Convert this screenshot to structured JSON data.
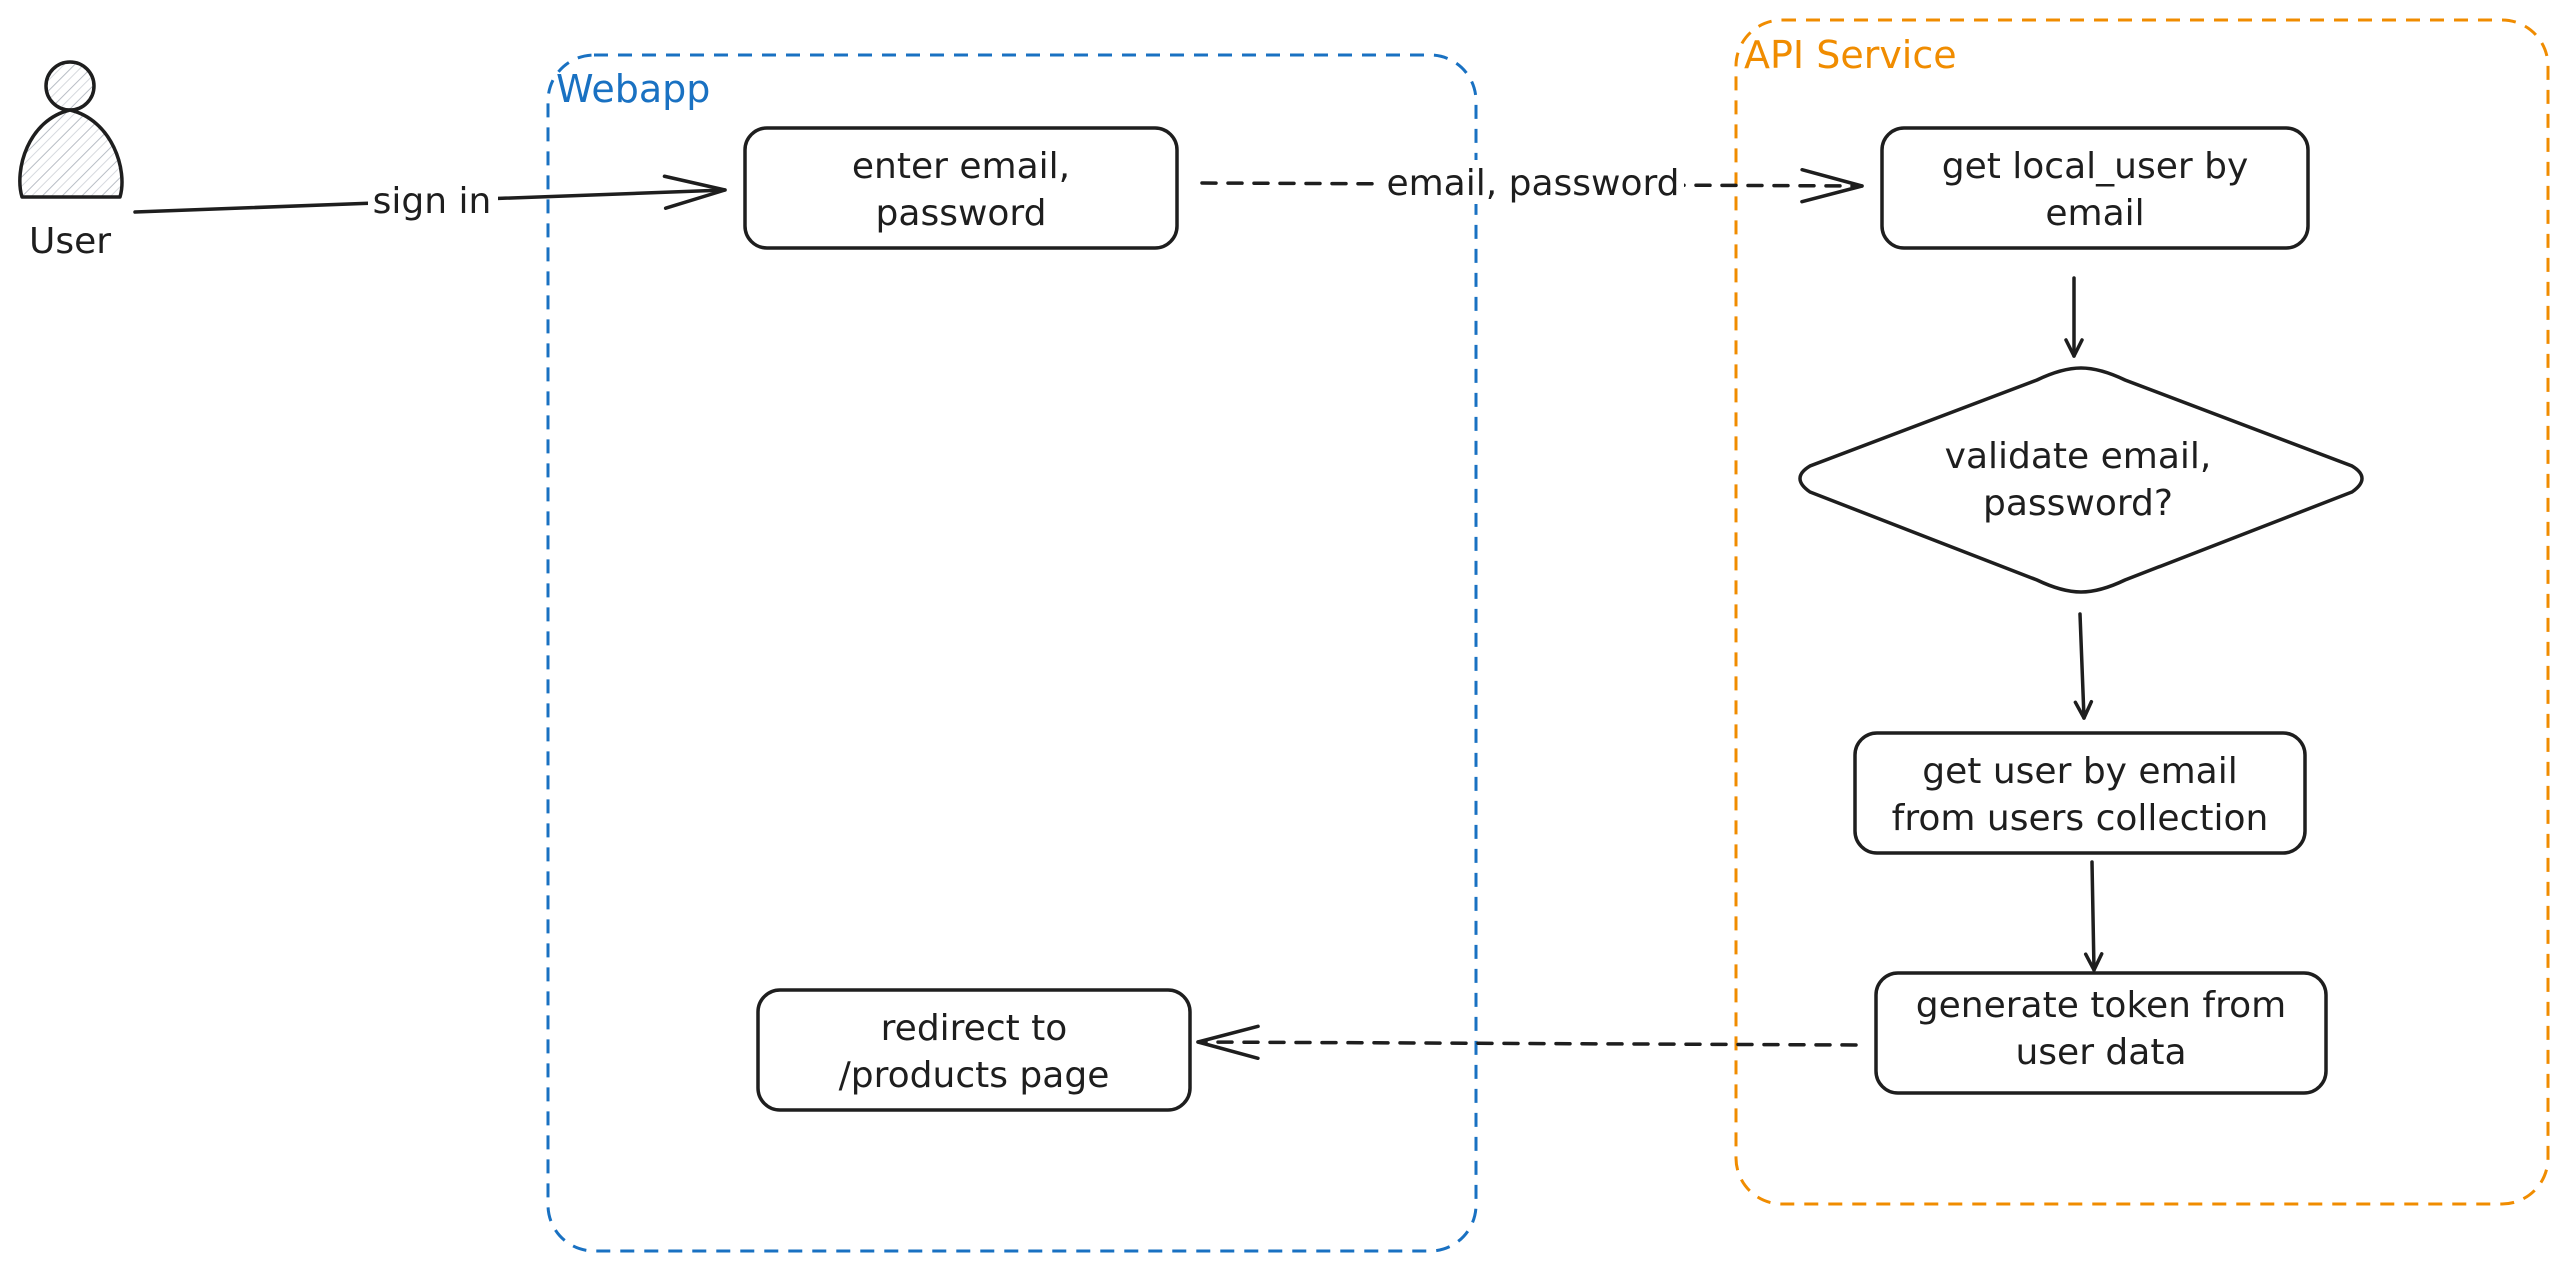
{
  "colors": {
    "ink": "#1e1e1e",
    "webapp_lane": "#1971c2",
    "api_lane": "#f08c00",
    "actor_fill": "#d0d4da"
  },
  "actor": {
    "label": "User",
    "icon": "person-icon"
  },
  "lanes": {
    "webapp": {
      "title": "Webapp"
    },
    "api": {
      "title": "API Service"
    }
  },
  "nodes": {
    "enter_credentials": {
      "lines": [
        "enter email,",
        "password"
      ]
    },
    "get_local_user": {
      "lines": [
        "get local_user by",
        "email"
      ]
    },
    "validate": {
      "lines": [
        "validate email,",
        "password?"
      ]
    },
    "get_user": {
      "lines": [
        "get user by email",
        "from users collection"
      ]
    },
    "generate_token": {
      "lines": [
        "generate token from",
        "user data"
      ]
    },
    "redirect": {
      "lines": [
        "redirect to",
        "/products page"
      ]
    }
  },
  "edges": {
    "sign_in": {
      "label": "sign in"
    },
    "email_password": {
      "label": "email, password"
    }
  }
}
